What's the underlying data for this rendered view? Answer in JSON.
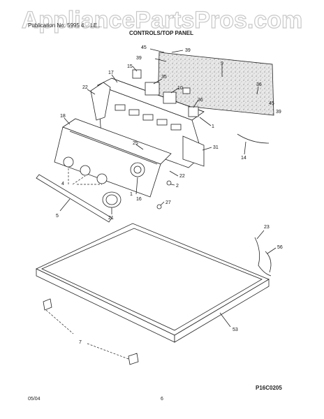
{
  "watermark": "AppliancePartsPros.com",
  "header": {
    "publication_line": "Publication No: 5995 4...   LE...",
    "section_title": "CONTROLS/TOP PANEL"
  },
  "callouts": {
    "c45a": "45",
    "c39a": "39",
    "c39b": "39",
    "c9": "9",
    "c15": "15",
    "c35": "35",
    "c17": "17",
    "c22a": "22",
    "c10": "10",
    "c36a": "36",
    "c36b": "36",
    "c45b": "45",
    "c39c": "39",
    "c1a": "1",
    "c18": "18",
    "c25": "25",
    "c31": "31",
    "c14": "14",
    "c22b": "22",
    "c4": "4",
    "c2": "2",
    "c1b": "1",
    "c16": "16",
    "c27": "27",
    "c5": "5",
    "c21": "21",
    "c23": "23",
    "c56": "56",
    "c53": "53",
    "c7": "7"
  },
  "diagram_code": "P16C0205",
  "footer": {
    "date": "05/04",
    "page": "6"
  }
}
